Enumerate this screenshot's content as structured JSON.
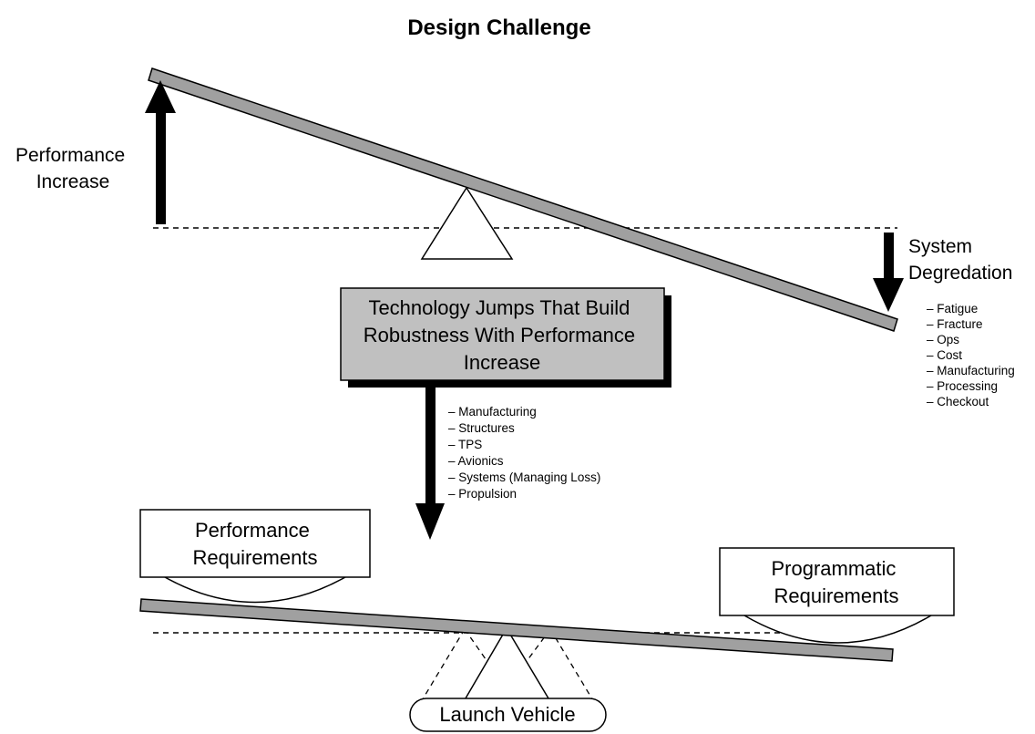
{
  "title": "Design Challenge",
  "upper_seesaw": {
    "performance_increase_lines": [
      "Performance",
      "Increase"
    ],
    "system_degradation_lines": [
      "System",
      "Degredation"
    ],
    "degradation_factors": [
      "– Fatigue",
      "– Fracture",
      "– Ops",
      "– Cost",
      "– Manufacturing",
      "– Processing",
      "– Checkout"
    ]
  },
  "technology_box": {
    "lines": [
      "Technology Jumps That Build",
      "Robustness With Performance",
      "Increase"
    ],
    "fill_color": "#c0c0c0"
  },
  "technology_areas": [
    "– Manufacturing",
    "– Structures",
    "– TPS",
    "– Avionics",
    "– Systems (Managing Loss)",
    "– Propulsion"
  ],
  "lower_seesaw": {
    "performance_requirements_lines": [
      "Performance",
      "Requirements"
    ],
    "programmatic_requirements_lines": [
      "Programmatic",
      "Requirements"
    ],
    "fulcrum_label": "Launch Vehicle"
  },
  "colors": {
    "beam": "#a0a0a0",
    "outline": "#000000"
  }
}
